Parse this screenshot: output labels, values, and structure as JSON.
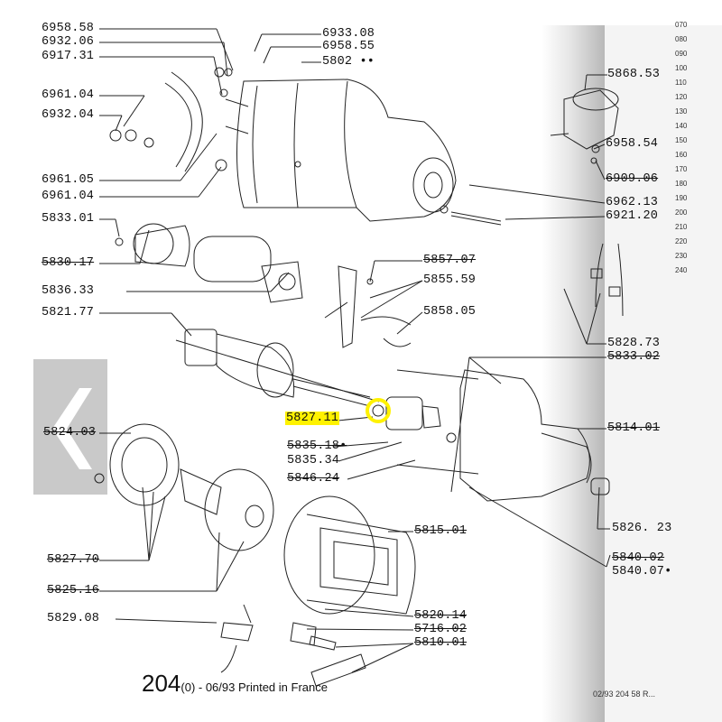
{
  "labels": {
    "l_6958_58": "6958.58",
    "l_6932_06": "6932.06",
    "l_6917_31": "6917.31",
    "l_6961_04a": "6961.04",
    "l_6932_04": "6932.04",
    "l_6961_05": "6961.05",
    "l_6961_04b": "6961.04",
    "l_5833_01": "5833.01",
    "l_5830_17": "5830.17",
    "l_5836_33": "5836.33",
    "l_5821_77": "5821.77",
    "l_6933_08": "6933.08",
    "l_6958_55": "6958.55",
    "l_5802": "5802 ••",
    "l_5868_53": "5868.53",
    "l_6958_54": "6958.54",
    "l_6909_06": "6909.06",
    "l_6962_13": "6962.13",
    "l_6921_20": "6921.20",
    "l_5857_07": "5857.07",
    "l_5855_59": "5855.59",
    "l_5858_05": "5858.05",
    "l_5828_73": "5828.73",
    "l_5833_02": "5833.02",
    "l_5827_11": "5827.11",
    "l_5814_01": "5814.01",
    "l_5824_03": "5824.03",
    "l_5835_18": "5835.18•",
    "l_5835_34": "5835.34",
    "l_5846_24": "5846.24",
    "l_5826_23": "5826. 23",
    "l_5815_01": "5815.01",
    "l_5840_02": "5840.02",
    "l_5840_07": "5840.07•",
    "l_5827_70": "5827.70",
    "l_5825_16": "5825.16",
    "l_5829_08": "5829.08",
    "l_5820_14": "5820.14",
    "l_5716_02": "5716.02",
    "l_5810_01": "5810.01"
  },
  "index_numbers": [
    "070",
    "080",
    "090",
    "100",
    "110",
    "120",
    "130",
    "140",
    "150",
    "160",
    "170",
    "180",
    "190",
    "200",
    "210",
    "220",
    "230",
    "240"
  ],
  "footer": {
    "page_number": "204",
    "suffix": "(0) - 06/93 Printed in France"
  },
  "corner_code": "02/93   204 58 R...",
  "highlight_color": "#fff200"
}
